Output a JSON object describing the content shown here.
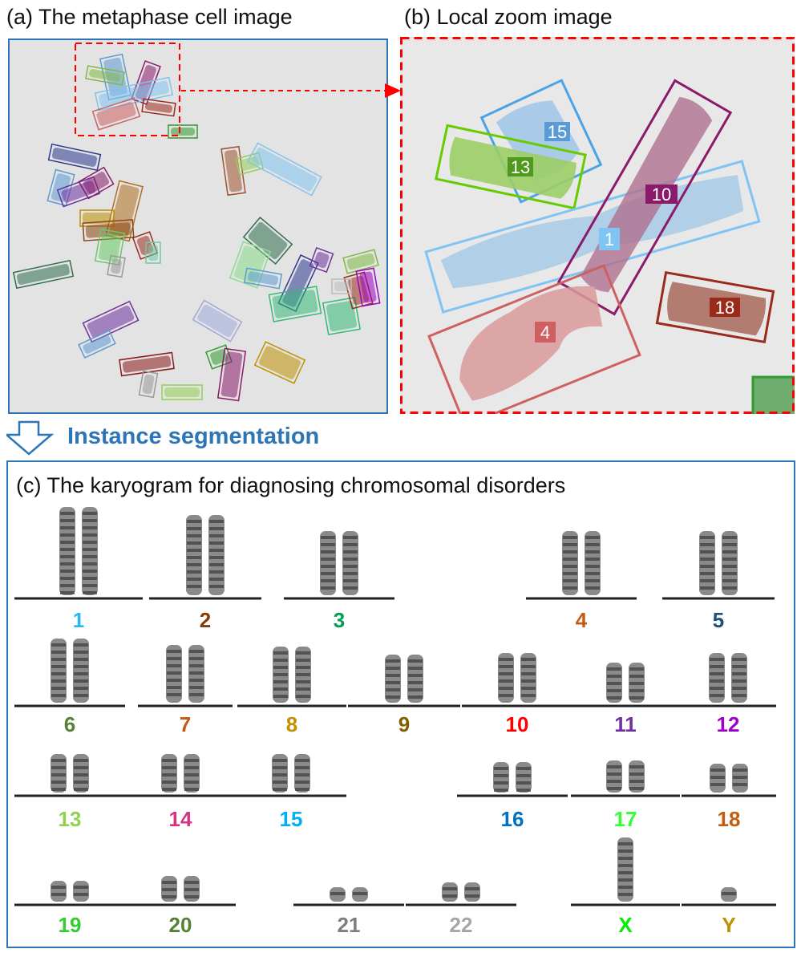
{
  "panels": {
    "a_title": "(a) The metaphase cell image",
    "b_title": "(b) Local zoom image",
    "c_title": "(c) The karyogram for diagnosing chromosomal disorders"
  },
  "arrow_label": "Instance segmentation",
  "colors": {
    "panel_border": "#2e75b6",
    "zoom_border": "#ff0000",
    "cell_background": "#e3e3e3"
  },
  "zoom_labels": [
    "15",
    "13",
    "10",
    "1",
    "4",
    "18"
  ],
  "karyogram": [
    {
      "label": "1",
      "color": "#29b6f6"
    },
    {
      "label": "2",
      "color": "#843c0c"
    },
    {
      "label": "3",
      "color": "#00a050"
    },
    {
      "label": "4",
      "color": "#c55a11"
    },
    {
      "label": "5",
      "color": "#1f4e79"
    },
    {
      "label": "6",
      "color": "#548235"
    },
    {
      "label": "7",
      "color": "#c55a11"
    },
    {
      "label": "8",
      "color": "#bf9000"
    },
    {
      "label": "9",
      "color": "#7f6000"
    },
    {
      "label": "10",
      "color": "#ff0000"
    },
    {
      "label": "11",
      "color": "#7030a0"
    },
    {
      "label": "12",
      "color": "#9e00c8"
    },
    {
      "label": "13",
      "color": "#92d050"
    },
    {
      "label": "14",
      "color": "#d63384"
    },
    {
      "label": "15",
      "color": "#00b0f0"
    },
    {
      "label": "16",
      "color": "#0070c0"
    },
    {
      "label": "17",
      "color": "#33ff33"
    },
    {
      "label": "18",
      "color": "#c55a11"
    },
    {
      "label": "19",
      "color": "#33cc33"
    },
    {
      "label": "20",
      "color": "#548235"
    },
    {
      "label": "21",
      "color": "#7f7f7f"
    },
    {
      "label": "22",
      "color": "#a6a6a6"
    },
    {
      "label": "X",
      "color": "#00ee00"
    },
    {
      "label": "Y",
      "color": "#bf9000"
    }
  ]
}
